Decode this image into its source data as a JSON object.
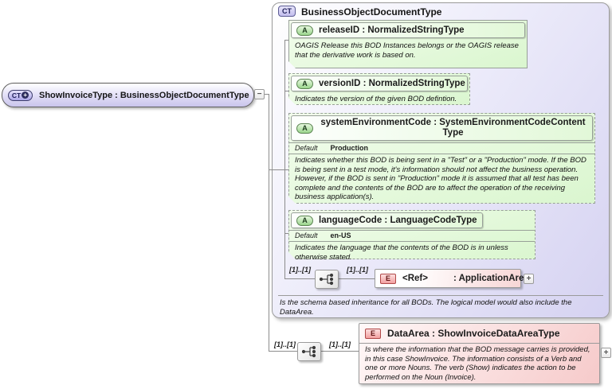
{
  "icons": {
    "complex_type": "CT",
    "attribute": "A",
    "element": "E",
    "plus_badge": "+",
    "collapse": "−",
    "expand": "+"
  },
  "root": {
    "label": "ShowInvoiceType : BusinessObjectDocumentType"
  },
  "bod": {
    "title": "BusinessObjectDocumentType",
    "doc": "Is the schema based inheritance for all BODs. The logical model would also include the DataArea.",
    "attributes": [
      {
        "title": "releaseID : NormalizedStringType",
        "doc": "OAGIS Release this BOD Instances belongs or the OAGIS release that the derivative work is based on."
      },
      {
        "title": "versionID : NormalizedStringType",
        "doc": "Indicates the version of the given BOD defintion."
      },
      {
        "title": "systemEnvironmentCode : SystemEnvironmentCodeContentType",
        "default_label": "Default",
        "default_value": "Production",
        "doc": "Indicates whether this BOD is being sent in a \"Test\" or a \"Production\" mode. If the BOD is being sent in a test mode, it's information should not affect the business operation. However, if the BOD is sent in \"Production\" mode it is assumed that all test has been complete and the contents of the BOD are to affect the operation of the receiving business application(s)."
      },
      {
        "title": "languageCode : LanguageCodeType",
        "default_label": "Default",
        "default_value": "en-US",
        "doc": "Indicates the language that the contents of the BOD is in unless otherwise stated."
      }
    ],
    "sequence": {
      "cardinality_left": "[1]..[1]",
      "cardinality_right": "[1]..[1]"
    },
    "application_area": {
      "name": "<Ref>",
      "type": ": ApplicationArea"
    }
  },
  "data_area_connector": {
    "cardinality_left": "[1]..[1]",
    "cardinality_right": "[1]..[1]"
  },
  "data_area": {
    "title": "DataArea : ShowInvoiceDataAreaType",
    "doc": "Is where the information that the BOD message carries is provided, in this case ShowInvoice. The information consists of a Verb and one or more Nouns. The verb (Show) indicates the action to be performed on the Noun (Invoice)."
  }
}
